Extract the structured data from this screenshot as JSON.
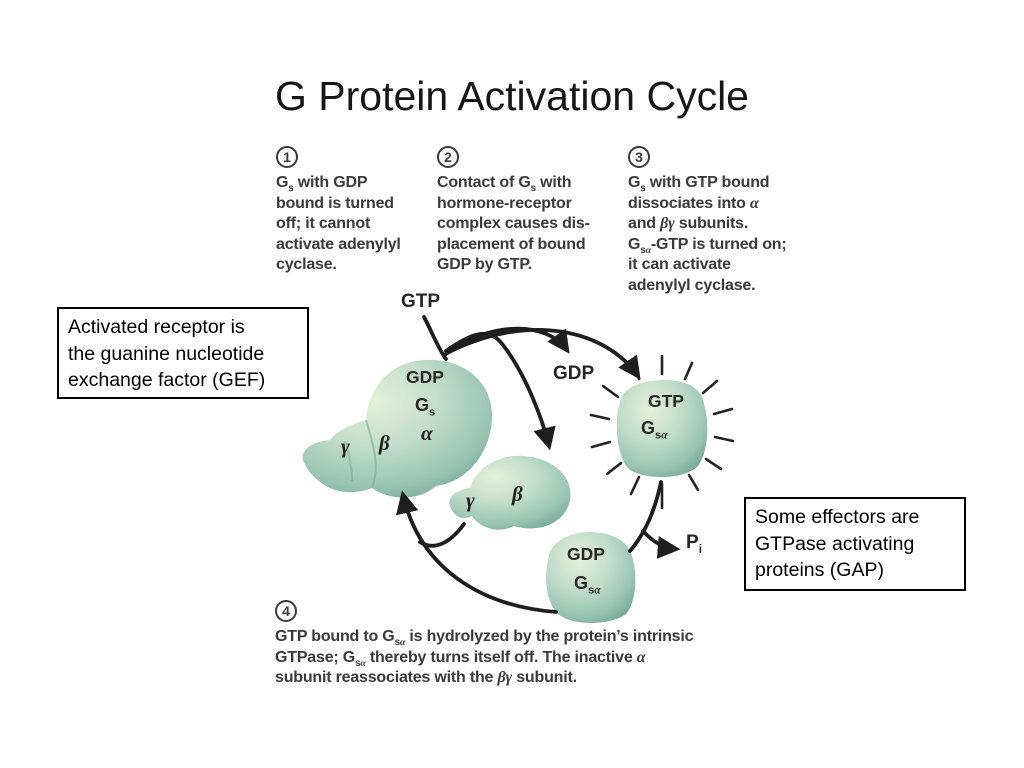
{
  "title": "G Protein Activation Cycle",
  "steps": [
    {
      "num": "1",
      "text": "G_{s} with GDP\nbound is turned\noff; it cannot\nactivate adenylyl\ncyclase."
    },
    {
      "num": "2",
      "text": "Contact of G_{s} with\nhormone-receptor\ncomplex causes dis-\nplacement of bound\nGDP by GTP."
    },
    {
      "num": "3",
      "text": "G_{s} with GTP bound\ndissociates into α\nand βγ subunits.\nG_{sα}-GTP is turned on;\nit can activate\nadenylyl cyclase."
    },
    {
      "num": "4",
      "text": "GTP bound to G_{sα} is hydrolyzed by the protein’s intrinsic\nGTPase; G_{sα} thereby turns itself off. The inactive α\nsubunit reassociates with the βγ subunit."
    }
  ],
  "callouts": {
    "gef": "Activated receptor is\nthe guanine nucleotide\nexchange factor (GEF)",
    "gap": "Some effectors are\nGTPase activating\nproteins (GAP)"
  },
  "molecules": {
    "gtp_free": "GTP",
    "gdp_free": "GDP",
    "pi_main": "P",
    "pi_sub": "i",
    "trimer": {
      "nucleotide": "GDP",
      "g": "G",
      "g_sub": "s",
      "alpha": "α",
      "beta": "β",
      "gamma": "γ"
    },
    "beta_gamma": {
      "beta": "β",
      "gamma": "γ"
    },
    "gs_alpha_gtp": {
      "nucleotide": "GTP",
      "g": "G",
      "g_sub_s": "s",
      "g_sub_alpha": "α"
    },
    "gs_alpha_gdp": {
      "nucleotide": "GDP",
      "g": "G",
      "g_sub_s": "s",
      "g_sub_alpha": "α"
    }
  },
  "colors": {
    "background": "#ffffff",
    "title_text": "#161616",
    "annotation_text": "#3a3a3a",
    "arrow": "#1e1e1e",
    "blob_light": "#e3f0d6",
    "blob_mid": "#b6d7c5",
    "blob_dark": "#79a996",
    "callout_border": "#000000"
  }
}
